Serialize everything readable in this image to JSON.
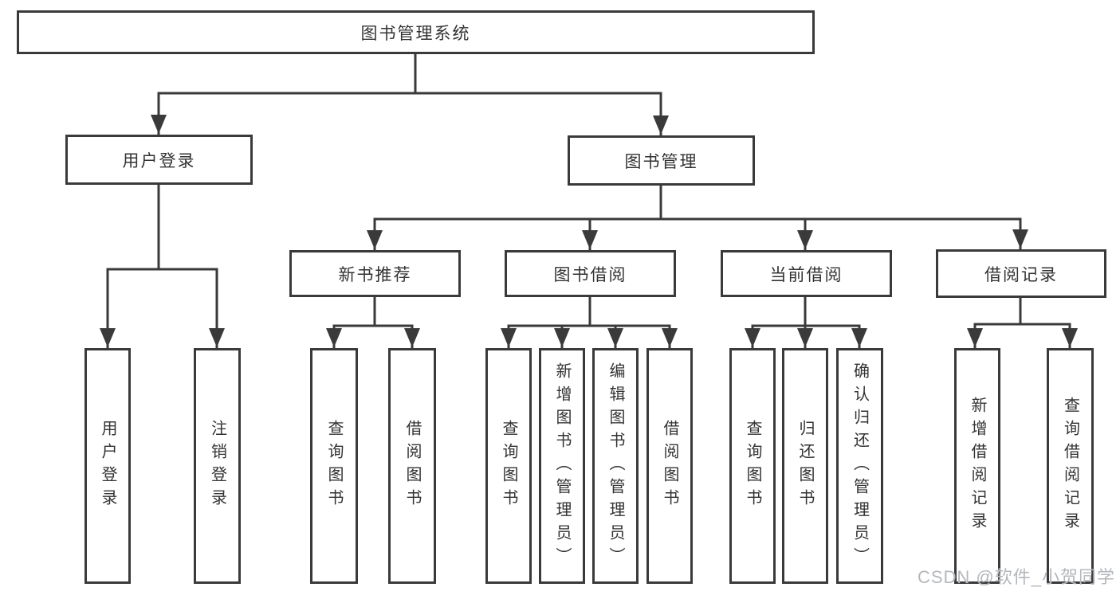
{
  "diagram": {
    "nodes": {
      "root": "图书管理系统",
      "user_login": "用户登录",
      "book_management": "图书管理",
      "new_book_recommend": "新书推荐",
      "book_borrowing": "图书借阅",
      "current_borrowing": "当前借阅",
      "borrowing_records": "借阅记录",
      "leaf_user_login": "用户登录",
      "leaf_logout": "注销登录",
      "leaf_query_books_1": "查询图书",
      "leaf_borrow_books_1": "借阅图书",
      "leaf_query_books_2": "查询图书",
      "leaf_add_books_admin": "新增图书（管理员）",
      "leaf_edit_books_admin": "编辑图书（管理员）",
      "leaf_borrow_books_2": "借阅图书",
      "leaf_query_books_3": "查询图书",
      "leaf_return_books": "归还图书",
      "leaf_confirm_return_admin": "确认归还（管理员）",
      "leaf_add_borrow_record": "新增借阅记录",
      "leaf_query_borrow_record": "查询借阅记录"
    },
    "watermark": "CSDN @软件_小贺同学",
    "colors": {
      "line": "#3a3a3a",
      "text": "#333333",
      "watermark": "#b4b7bb"
    }
  }
}
